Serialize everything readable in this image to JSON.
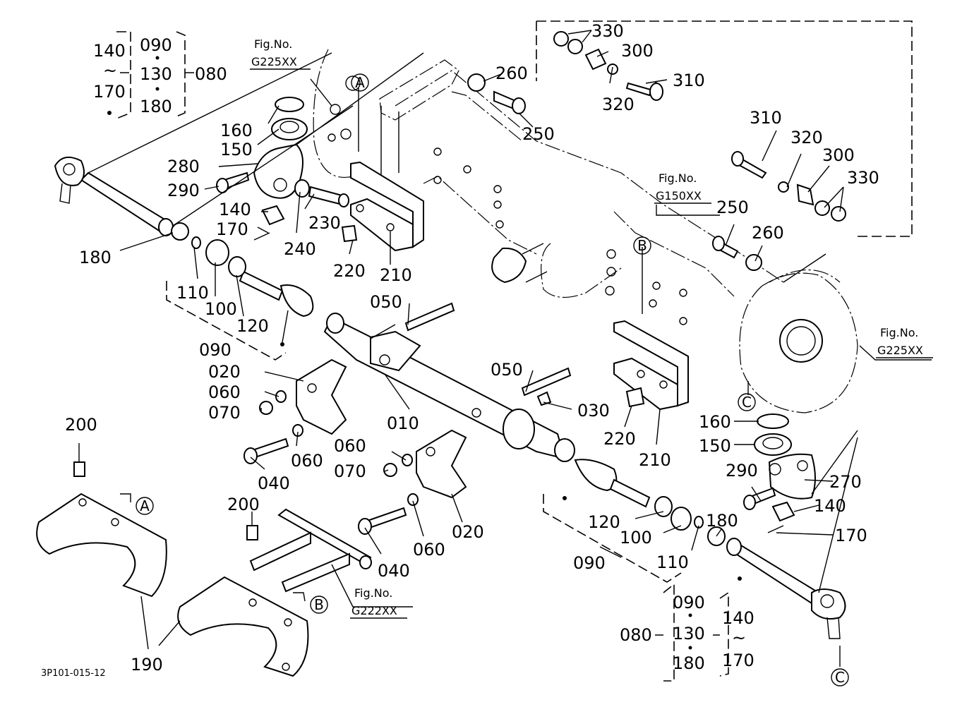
{
  "diagram_code": "3P101-015-12",
  "figure_refs": {
    "g225_top": {
      "title": "Fig.No.",
      "code": "G225XX"
    },
    "g150": {
      "title": "Fig.No.",
      "code": "G150XX"
    },
    "g225_right": {
      "title": "Fig.No.",
      "code": "G225XX"
    },
    "g222": {
      "title": "Fig.No.",
      "code": "G222XX"
    }
  },
  "callouts": {
    "a": "A",
    "b": "B",
    "c": "C"
  },
  "bracket_labels": {
    "tl_140": "140",
    "tl_tilde": "~",
    "tl_170": "170",
    "tl_090": "090",
    "tl_130": "130",
    "tl_180": "180",
    "tl_080": "080",
    "br_090": "090",
    "br_130": "130",
    "br_180": "180",
    "br_080": "080",
    "br_140": "140",
    "br_tilde": "~",
    "br_170": "170"
  },
  "parts": {
    "p330a": "330",
    "p300a": "300",
    "p320a": "320",
    "p310a": "310",
    "p260a": "260",
    "p250a": "250",
    "p310b": "310",
    "p320b": "320",
    "p300b": "300",
    "p330b": "330",
    "p250b": "250",
    "p260b": "260",
    "p160a": "160",
    "p150a": "150",
    "p280": "280",
    "p290a": "290",
    "p140a": "140",
    "p170a": "170",
    "p230": "230",
    "p240": "240",
    "p180a": "180",
    "p110a": "110",
    "p100a": "100",
    "p120a": "120",
    "p090a": "090",
    "p220a": "220",
    "p210a": "210",
    "p050a": "050",
    "p020a": "020",
    "p060a": "060",
    "p070a": "070",
    "p060b": "060",
    "p040a": "040",
    "p010": "010",
    "p050b": "050",
    "p030": "030",
    "p220b": "220",
    "p210b": "210",
    "p060c": "060",
    "p070b": "070",
    "p020b": "020",
    "p040b": "040",
    "p060d": "060",
    "p200a": "200",
    "p200b": "200",
    "p190": "190",
    "p160b": "160",
    "p150b": "150",
    "p290b": "290",
    "p270": "270",
    "p140b": "140",
    "p170b": "170",
    "p180b": "180",
    "p120b": "120",
    "p100b": "100",
    "p110b": "110",
    "p090b": "090"
  }
}
